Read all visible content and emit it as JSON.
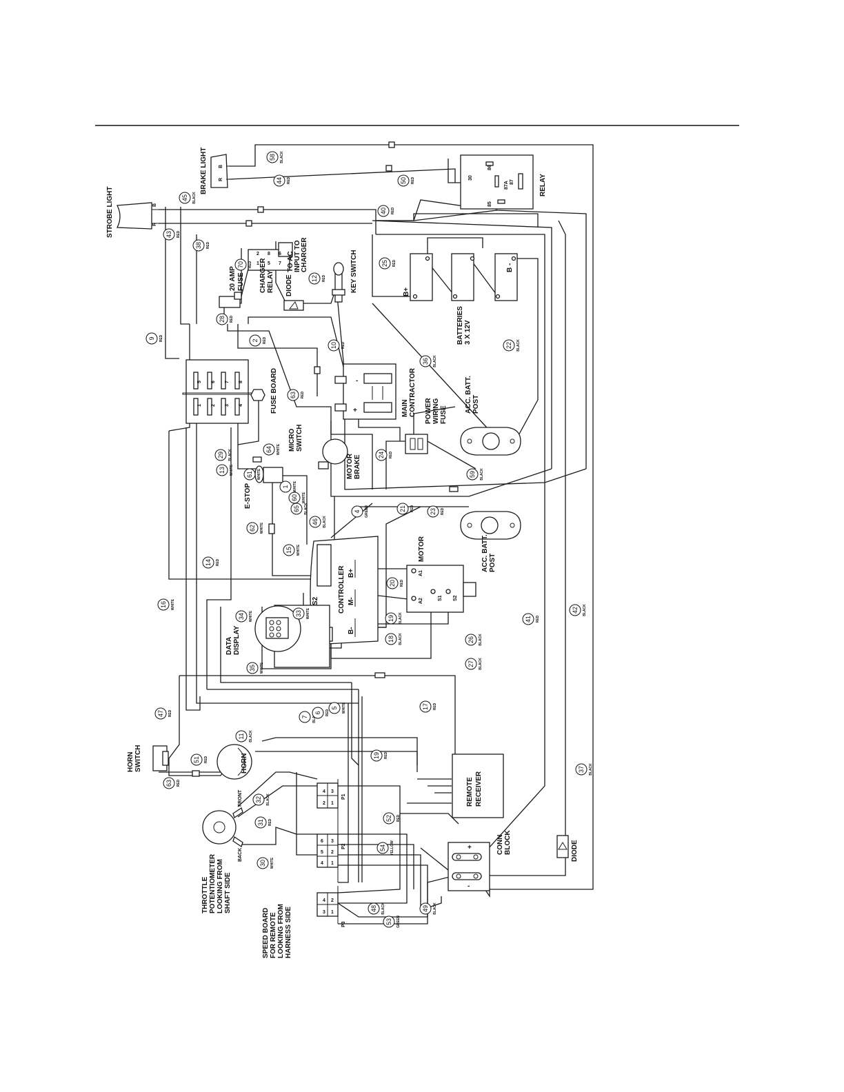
{
  "components": {
    "strobe_light": "STROBE LIGHT",
    "brake_light": "BRAKE LIGHT",
    "relay": "RELAY",
    "amp_fuse": [
      "20 AMP",
      "FUSE"
    ],
    "charger_relay": [
      "CHARGER",
      "RELAY"
    ],
    "ac_input": [
      "TO AC",
      "INPUT TO",
      "CHARGER"
    ],
    "diode_top": "DIODE",
    "key_switch": "KEY SWITCH",
    "batteries": [
      "BATTERIES",
      "3 X 12V"
    ],
    "fuse_board": "FUSE BOARD",
    "main_contractor": [
      "MAIN",
      "CONTRACTOR"
    ],
    "power_fuse": [
      "POWER",
      "WIRING",
      "FUSE"
    ],
    "acc_post_1": [
      "ACC. BATT.",
      "POST"
    ],
    "micro_switch": [
      "MICRO",
      "SWITCH"
    ],
    "motor_brake": [
      "MOTOR",
      "BRAKE"
    ],
    "e_stop": "E-STOP",
    "acc_post_2": [
      "ACC. BATT.",
      "POST"
    ],
    "motor": "MOTOR",
    "controller": "CONTROLLER",
    "data_display": [
      "DATA",
      "DISPLAY"
    ],
    "horn_switch": [
      "HORN",
      "SWITCH"
    ],
    "horn": "HORN",
    "throttle": [
      "THROTTLE",
      "POTENTIOMETER",
      "LOOKING FROM",
      "SHAFT SIDE"
    ],
    "speed_board": [
      "SPEED BOARD",
      "FOR REMOTE",
      "LOOKING FROM",
      "HARNESS SIDE"
    ],
    "remote_receiver": [
      "REMOTE",
      "RECEIVER"
    ],
    "conn_block": [
      "CONN",
      "BLOCK"
    ],
    "diode_bottom": "DIODE"
  },
  "terminals": {
    "relay": [
      "86",
      "30",
      "87A",
      "87",
      "85"
    ],
    "charger_relay": [
      "2",
      "1",
      "8",
      "5",
      "6",
      "7"
    ],
    "battery": [
      "B+",
      "B -"
    ],
    "contractor": [
      "-",
      "+"
    ],
    "controller": [
      "B+",
      "M-",
      "B-",
      "S2",
      "S1"
    ],
    "motor": [
      "A1",
      "A2",
      "S1",
      "S2"
    ],
    "fuse_board": [
      "5",
      "6",
      "7",
      "8",
      "1",
      "2",
      "3",
      "4"
    ],
    "throttle": [
      "FRONT",
      "BACK"
    ],
    "p1": [
      "4",
      "2",
      "3",
      "1"
    ],
    "p2": [
      "6",
      "5",
      "4",
      "3",
      "2",
      "1"
    ],
    "p3": [
      "4",
      "3",
      "2",
      "1"
    ],
    "connectors": [
      "P1",
      "P2",
      "P3"
    ],
    "conn_block": [
      "+",
      "-"
    ],
    "brake_light": [
      "B",
      "R"
    ],
    "strobe_light": [
      "B",
      "R"
    ]
  },
  "wires": [
    {
      "num": "58",
      "color": "BLACK"
    },
    {
      "num": "44",
      "color": "RED"
    },
    {
      "num": "50",
      "color": "RED"
    },
    {
      "num": "45",
      "color": "BLACK"
    },
    {
      "num": "43",
      "color": "RED"
    },
    {
      "num": "40",
      "color": "RED"
    },
    {
      "num": "38",
      "color": "RED"
    },
    {
      "num": "70",
      "color": "RED"
    },
    {
      "num": "12",
      "color": "RED"
    },
    {
      "num": "25",
      "color": "RED"
    },
    {
      "num": "28",
      "color": "RED"
    },
    {
      "num": "9",
      "color": "RED"
    },
    {
      "num": "2",
      "color": "RED"
    },
    {
      "num": "10",
      "color": "RED"
    },
    {
      "num": "36",
      "color": "BLACK"
    },
    {
      "num": "22",
      "color": "BLACK"
    },
    {
      "num": "63",
      "color": "RED"
    },
    {
      "num": "29",
      "color": "BLACK"
    },
    {
      "num": "13",
      "color": "WHITE"
    },
    {
      "num": "64",
      "color": "WHITE"
    },
    {
      "num": "24",
      "color": "RED"
    },
    {
      "num": "61",
      "color": "WHITE"
    },
    {
      "num": "1",
      "color": "WHITE"
    },
    {
      "num": "60",
      "color": "WHITE"
    },
    {
      "num": "65",
      "color": "BLACK"
    },
    {
      "num": "59",
      "color": "BLACK"
    },
    {
      "num": "46",
      "color": "BLACK"
    },
    {
      "num": "4",
      "color": "GREEN"
    },
    {
      "num": "21",
      "color": "RED"
    },
    {
      "num": "23",
      "color": "RED"
    },
    {
      "num": "62",
      "color": "WHITE"
    },
    {
      "num": "15",
      "color": "WHITE"
    },
    {
      "num": "14",
      "color": "RED"
    },
    {
      "num": "16",
      "color": "WHITE"
    },
    {
      "num": "20",
      "color": "RED"
    },
    {
      "num": "19",
      "color": "BLACK"
    },
    {
      "num": "18",
      "color": "BLACK"
    },
    {
      "num": "34",
      "color": "WHITE"
    },
    {
      "num": "33",
      "color": "WHITE"
    },
    {
      "num": "35",
      "color": "WHITE"
    },
    {
      "num": "26",
      "color": "BLACK"
    },
    {
      "num": "27",
      "color": "BLACK"
    },
    {
      "num": "41",
      "color": "RED"
    },
    {
      "num": "42",
      "color": "BLACK"
    },
    {
      "num": "7",
      "color": "BLACK"
    },
    {
      "num": "6",
      "color": "RED"
    },
    {
      "num": "5",
      "color": "WHITE"
    },
    {
      "num": "17",
      "color": "RED"
    },
    {
      "num": "47",
      "color": "RED"
    },
    {
      "num": "11",
      "color": "BLACK"
    },
    {
      "num": "51",
      "color": "RED"
    },
    {
      "num": "19",
      "color": "RED"
    },
    {
      "num": "63",
      "color": "RED"
    },
    {
      "num": "32",
      "color": "BLACK"
    },
    {
      "num": "31",
      "color": "RED"
    },
    {
      "num": "30",
      "color": "WHITE"
    },
    {
      "num": "52",
      "color": "RED"
    },
    {
      "num": "54",
      "color": "YELLOW"
    },
    {
      "num": "48",
      "color": "BLACK"
    },
    {
      "num": "53",
      "color": "GREEN"
    },
    {
      "num": "49",
      "color": "BLACK"
    },
    {
      "num": "37",
      "color": "BLACK"
    }
  ]
}
